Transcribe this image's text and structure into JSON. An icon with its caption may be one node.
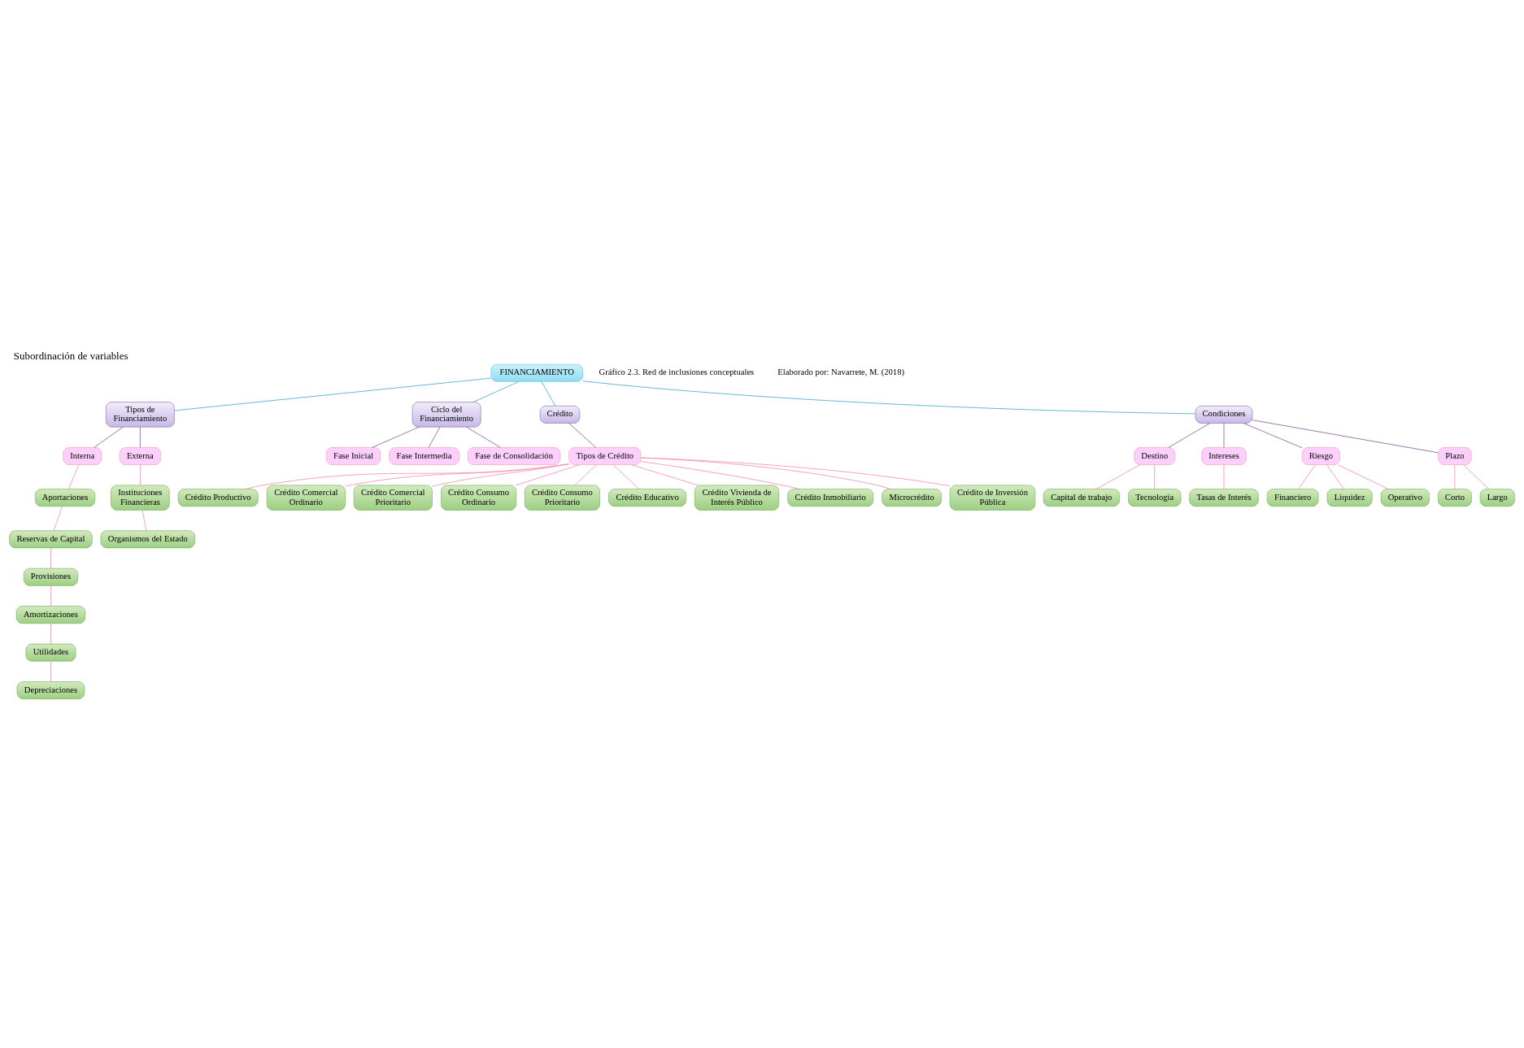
{
  "diagram": {
    "title": "Subordinación de variables",
    "caption": "Gráfico 2.3. Red de inclusiones conceptuales",
    "nodes": [
      {
        "text": [
          "FINANCIAMIENTO"
        ]
      },
      {
        "text": [
          "Tipos de Financiamiento"
        ]
      },
      {
        "text": [
          "Ciclo del Financiamiento"
        ]
      },
      {
        "text": [
          "Crédito"
        ]
      },
      {
        "text": [
          "Condiciones"
        ]
      },
      {
        "text": [
          "Fase Inicial"
        ]
      },
      {
        "text": [
          "Fase Intermedia"
        ]
      },
      {
        "text": [
          "Fase de Consolidación"
        ]
      },
      {
        "text": [
          "Interna"
        ]
      },
      {
        "text": [
          "Externa"
        ]
      },
      {
        "text": [
          "Aportaciones"
        ]
      },
      {
        "text": [
          "Reservas de Capital"
        ]
      },
      {
        "text": [
          "Provisiones"
        ]
      },
      {
        "text": [
          "Amortizaciones"
        ]
      },
      {
        "text": [
          "Utilidades"
        ]
      },
      {
        "text": [
          "Depreciaciones"
        ]
      },
      {
        "text": [
          "Instituciones Financieras"
        ]
      },
      {
        "text": [
          "Organismos del Estado"
        ]
      },
      {
        "text": [
          "Tipos de Crédito"
        ]
      },
      {
        "text": [
          "Crédito Productivo"
        ]
      },
      {
        "text": [
          "Crédito Comercial Ordinario"
        ]
      },
      {
        "text": [
          "Crédito Comercial Prioritario"
        ]
      },
      {
        "text": [
          "Crédito Consumo Ordinario"
        ]
      },
      {
        "text": [
          "Crédito Consumo Prioritario"
        ]
      },
      {
        "text": [
          "Crédito Educativo"
        ]
      },
      {
        "text": [
          "Crédito Vivienda de Interés Público"
        ]
      },
      {
        "text": [
          "Crédito Inmobiliario"
        ]
      },
      {
        "text": [
          "Microcrédito"
        ]
      },
      {
        "text": [
          "Crédito de Inversión Pública"
        ]
      },
      {
        "text": [
          "Destino"
        ]
      },
      {
        "text": [
          "Intereses"
        ]
      },
      {
        "text": [
          "Riesgo"
        ]
      },
      {
        "text": [
          "Plazo"
        ]
      },
      {
        "text": [
          "Capital de trabajo"
        ]
      },
      {
        "text": [
          "Tecnología"
        ]
      },
      {
        "text": [
          "Tasas de Interés"
        ]
      },
      {
        "text": [
          "Financiero"
        ]
      },
      {
        "text": [
          "Liquidez"
        ]
      },
      {
        "text": [
          "Operativo"
        ]
      },
      {
        "text": [
          "Corto"
        ]
      },
      {
        "text": [
          "Largo"
        ]
      }
    ],
    "edges": [
      {
        "from": 0,
        "to": 1,
        "arrow": "none",
        "color": "#3fa9c9"
      },
      {
        "from": 0,
        "to": 2,
        "arrow": "none",
        "color": "#3fa9c9"
      },
      {
        "from": 0,
        "to": 3,
        "arrow": "none",
        "color": "#3fa9c9"
      },
      {
        "from": 0,
        "to": 4,
        "arrow": "none",
        "color": "#3fa9c9"
      },
      {
        "from": 2,
        "to": 5,
        "arrow": "none",
        "color": "#7b5fa0"
      },
      {
        "from": 2,
        "to": 6,
        "arrow": "none",
        "color": "#7b5fa0"
      },
      {
        "from": 2,
        "to": 7,
        "arrow": "none",
        "color": "#7b5fa0"
      },
      {
        "from": 1,
        "to": 8,
        "arrow": "none",
        "color": "#7b5fa0"
      },
      {
        "from": 1,
        "to": 9,
        "arrow": "none",
        "color": "#7b5fa0"
      },
      {
        "from": 8,
        "to": 10,
        "arrow": "none"
      },
      {
        "from": 10,
        "to": 11,
        "arrow": "none"
      },
      {
        "from": 11,
        "to": 12,
        "arrow": "none"
      },
      {
        "from": 12,
        "to": 13,
        "arrow": "none"
      },
      {
        "from": 13,
        "to": 14,
        "arrow": "none"
      },
      {
        "from": 14,
        "to": 15,
        "arrow": "none"
      },
      {
        "from": 9,
        "to": 16,
        "arrow": "none"
      },
      {
        "from": 16,
        "to": 17,
        "arrow": "none"
      },
      {
        "from": 3,
        "to": 18,
        "arrow": "none",
        "color": "#7b5fa0"
      },
      {
        "from": 18,
        "to": 19,
        "arrow": "none"
      },
      {
        "from": 18,
        "to": 20,
        "arrow": "none"
      },
      {
        "from": 18,
        "to": 21,
        "arrow": "none"
      },
      {
        "from": 18,
        "to": 22,
        "arrow": "none"
      },
      {
        "from": 18,
        "to": 23,
        "arrow": "none"
      },
      {
        "from": 18,
        "to": 24,
        "arrow": "none"
      },
      {
        "from": 18,
        "to": 25,
        "arrow": "none"
      },
      {
        "from": 18,
        "to": 26,
        "arrow": "none"
      },
      {
        "from": 18,
        "to": 27,
        "arrow": "none"
      },
      {
        "from": 18,
        "to": 28,
        "arrow": "none"
      },
      {
        "from": 4,
        "to": 29,
        "arrow": "none",
        "color": "#7b5fa0"
      },
      {
        "from": 4,
        "to": 30,
        "arrow": "none",
        "color": "#7b5fa0"
      },
      {
        "from": 4,
        "to": 31,
        "arrow": "none",
        "color": "#7b5fa0"
      },
      {
        "from": 4,
        "to": 32,
        "arrow": "none",
        "color": "#7b5fa0"
      },
      {
        "from": 29,
        "to": 33,
        "arrow": "none"
      },
      {
        "from": 29,
        "to": 34,
        "arrow": "none"
      },
      {
        "from": 30,
        "to": 35,
        "arrow": "none"
      },
      {
        "from": 31,
        "to": 36,
        "arrow": "none"
      },
      {
        "from": 31,
        "to": 37,
        "arrow": "none"
      },
      {
        "from": 31,
        "to": 38,
        "arrow": "none"
      },
      {
        "from": 32,
        "to": 39,
        "arrow": "none"
      },
      {
        "from": 32,
        "to": 40,
        "arrow": "none"
      }
    ],
    "labels": [
      "Elaborado por: Navarrete, M. (2018)"
    ]
  }
}
